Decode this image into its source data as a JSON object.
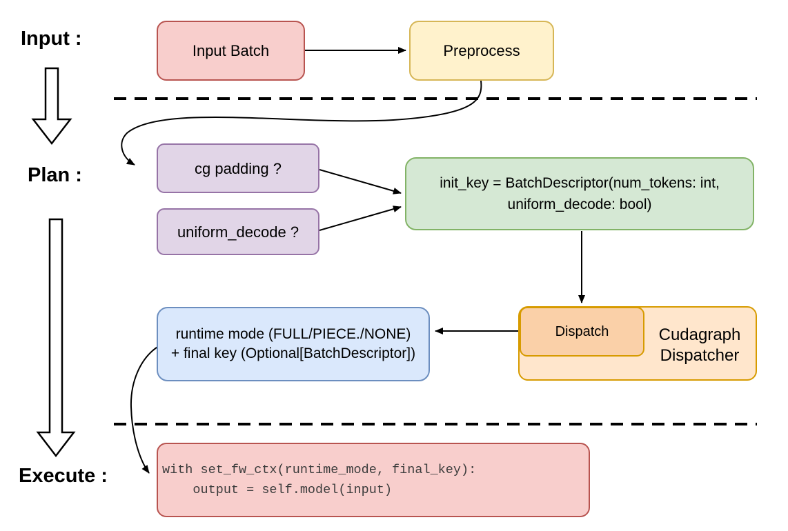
{
  "sections": {
    "input_label": "Input :",
    "plan_label": "Plan :",
    "execute_label": "Execute :"
  },
  "nodes": {
    "input_batch": {
      "label": "Input Batch"
    },
    "preprocess": {
      "label": "Preprocess"
    },
    "cg_padding": {
      "label": "cg padding ?"
    },
    "uniform_decode": {
      "label": "uniform_decode ?"
    },
    "init_key": {
      "line1": "init_key = BatchDescriptor(num_tokens: int,",
      "line2": "uniform_decode: bool)"
    },
    "dispatch": {
      "label": "Dispatch"
    },
    "cudagraph_dispatcher": {
      "line1": "Cudagraph",
      "line2": "Dispatcher"
    },
    "runtime_mode": {
      "line1": "runtime mode (FULL/PIECE./NONE)",
      "line2": "+ final key (Optional[BatchDescriptor])"
    },
    "execute_code": {
      "line1": "with set_fw_ctx(runtime_mode, final_key):",
      "line2": "    output = self.model(input)"
    }
  },
  "colors": {
    "canvas": "#FFFFFF",
    "red_fill": "#F8CECC",
    "red_stroke": "#B85450",
    "yellow_fill": "#FFF2CC",
    "yellow_stroke": "#D6B656",
    "purple_fill": "#E1D5E7",
    "purple_stroke": "#9673A6",
    "green_fill": "#D5E8D4",
    "green_stroke": "#82B366",
    "blue_fill": "#DAE8FC",
    "blue_stroke": "#6C8EBF",
    "orange_outer_fill": "#FFE6CC",
    "orange_inner_fill": "#FAD0A8",
    "orange_stroke": "#D79B00",
    "line": "#000000",
    "code_text": "#3C3C3C"
  }
}
